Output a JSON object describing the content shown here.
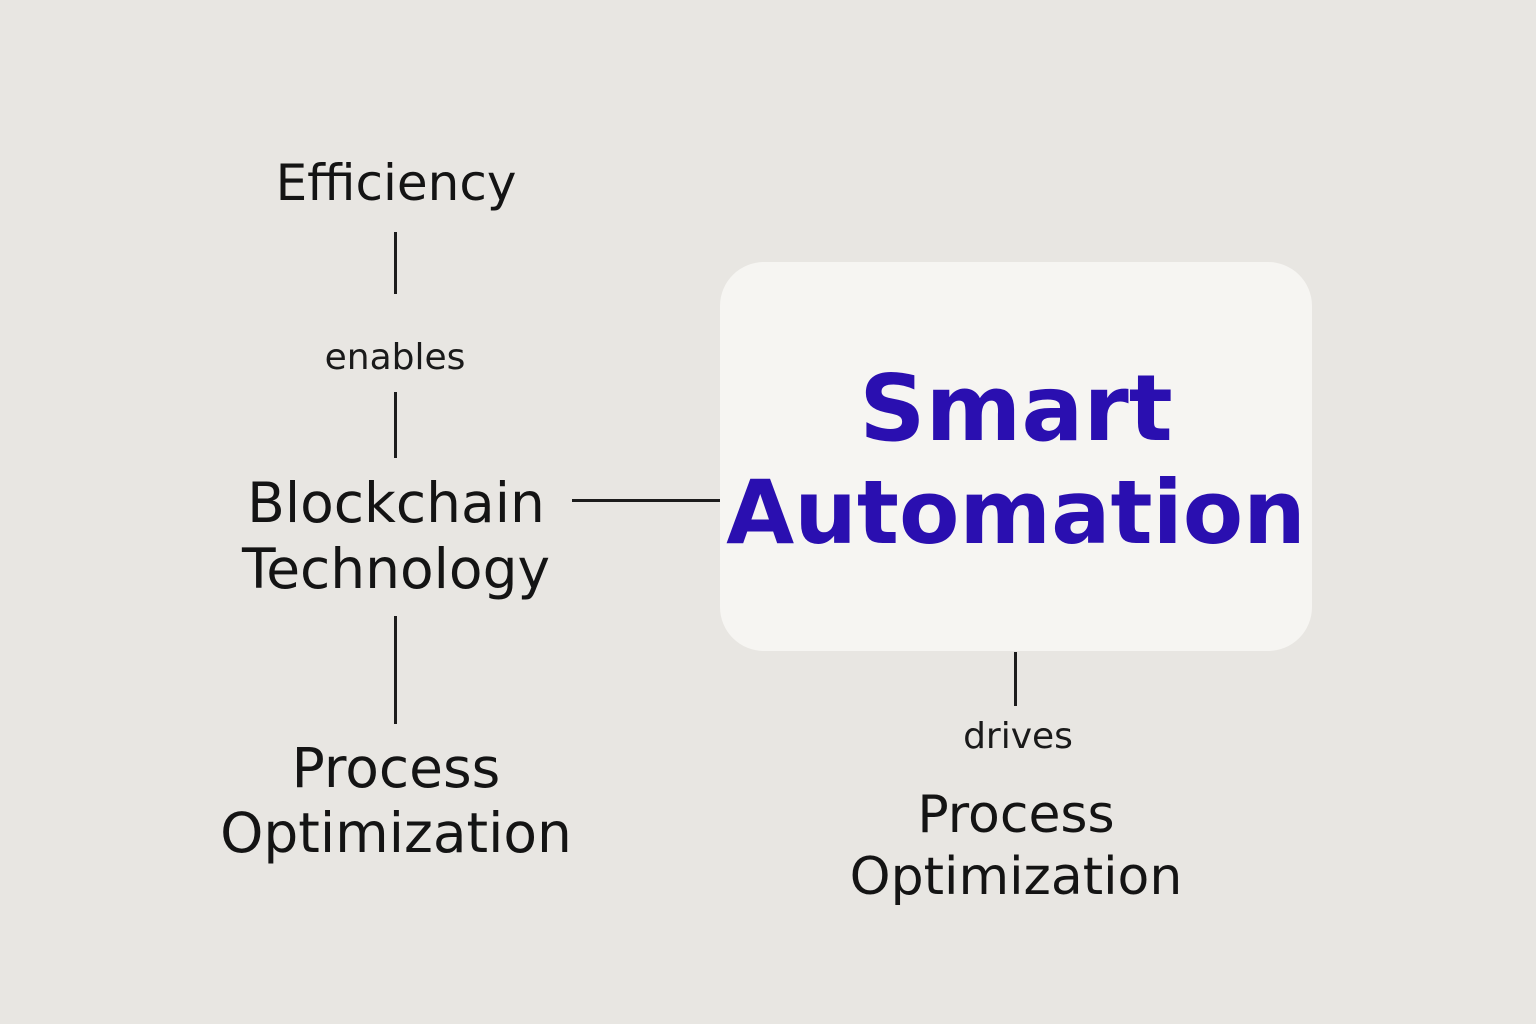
{
  "diagram": {
    "nodes": {
      "efficiency": {
        "lines": [
          "Efficiency"
        ]
      },
      "blockchain": {
        "lines": [
          "Blockchain",
          "Technology"
        ]
      },
      "process_left": {
        "lines": [
          "Process",
          "Optimization"
        ]
      },
      "smart_automation": {
        "lines": [
          "Smart",
          "Automation"
        ]
      },
      "process_right": {
        "lines": [
          "Process",
          "Optimization"
        ]
      }
    },
    "edges": {
      "enables": {
        "label": "enables",
        "from": "blockchain",
        "to": "efficiency"
      },
      "drives": {
        "label": "drives",
        "from": "smart_automation",
        "to": "process_right"
      },
      "links_blockchain_smart": {
        "label": "",
        "from": "blockchain",
        "to": "smart_automation"
      },
      "links_blockchain_process": {
        "label": "",
        "from": "blockchain",
        "to": "process_left"
      }
    },
    "colors": {
      "background": "#e8e6e2",
      "box": "#f6f5f2",
      "accent": "#2a0fb0",
      "text": "#141414"
    }
  }
}
